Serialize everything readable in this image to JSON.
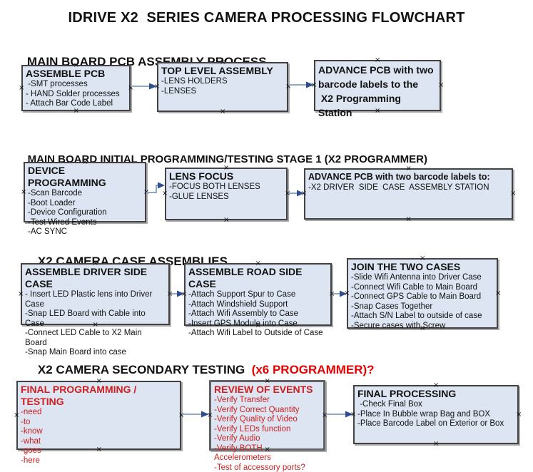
{
  "title": "IDRIVE X2  SERIES CAMERA PROCESSING FLOWCHART",
  "colors": {
    "box_fill": "#dce5f1",
    "box_border": "#424242",
    "box_text": "#111111",
    "red": "#cf1f1f",
    "heading_red": "#e60000",
    "arrow_line": "#8ea8c6",
    "arrow_head": "#2e4e8e",
    "handle": "#111111"
  },
  "icons": {
    "connection_point": "×"
  },
  "sections": [
    {
      "heading": "MAIN BOARD PCB ASSEMBLY PROCESS",
      "boxes": [
        {
          "title": "ASSEMBLE PCB",
          "items": [
            " -SMT processes",
            "- HAND Solder processes",
            "- Attach Bar Code Label"
          ]
        },
        {
          "title": "TOP LEVEL ASSEMBLY",
          "items": [
            "-LENS HOLDERS",
            "-LENSES"
          ]
        },
        {
          "title": "ADVANCE PCB with two\nbarcode labels to the\n X2 Programming Station",
          "items": []
        }
      ]
    },
    {
      "heading": "MAIN BOARD INITIAL PROGRAMMING/TESTING STAGE 1 (X2 PROGRAMMER)",
      "boxes": [
        {
          "title": "DEVICE PROGRAMMING",
          "items": [
            "-Scan Barcode",
            "-Boot Loader",
            "-Device Configuration",
            "-Test Wired Events",
            "-AC SYNC"
          ]
        },
        {
          "title": "LENS FOCUS",
          "items": [
            "-FOCUS BOTH LENSES",
            "-GLUE LENSES"
          ]
        },
        {
          "title": "ADVANCE PCB with two barcode labels to:",
          "items": [
            "-X2 DRIVER  SIDE  CASE  ASSEMBLY STATION"
          ]
        }
      ]
    },
    {
      "heading": "X2 CAMERA CASE ASSEMBLIES",
      "boxes": [
        {
          "title": "ASSEMBLE DRIVER SIDE CASE",
          "items": [
            "- Insert LED Plastic lens into Driver Case",
            "-Snap LED Board with Cable into Case",
            "-Connect LED Cable to X2 Main Board",
            "-Snap Main Board into case"
          ]
        },
        {
          "title": "ASSEMBLE ROAD SIDE CASE",
          "items": [
            "-Attach Support Spur to Case",
            "-Attach Windshield Support",
            "-Attach Wifi Assembly to Case",
            "-Insert GPS Module into Case",
            "-Attach Wifi Label to Outside of Case"
          ]
        },
        {
          "title": "JOIN THE TWO CASES",
          "items": [
            "-Slide Wifi Antenna into Driver Case",
            "-Connect Wifi Cable to Main Board",
            "-Connect GPS Cable to Main Board",
            "-Snap Cases Together",
            "-Attach S/N Label to outside of case",
            "-Secure cases with Screw"
          ]
        }
      ]
    },
    {
      "heading": "X2 CAMERA SECONDARY TESTING  ",
      "heading_suffix": "(x6 PROGRAMMER)?",
      "boxes": [
        {
          "title": "FINAL PROGRAMMING / TESTING",
          "items": [
            "-need",
            "-to",
            "-know",
            "-what",
            "-goes",
            "-here"
          ]
        },
        {
          "title": "REVIEW OF EVENTS",
          "items": [
            "-Verify Transfer",
            "-Verify Correct Quantity",
            "-Verify Quality of Video",
            "-Verify LEDs function",
            "-Verify Audio",
            "-Verify BOTH Accelerometers",
            "-Test of accessory ports?"
          ]
        },
        {
          "title": "FINAL PROCESSING",
          "items": [
            " -Check Final Box",
            "-Place In Bubble wrap Bag and BOX",
            "-Place Barcode Label on Exterior or Box"
          ]
        }
      ]
    }
  ]
}
